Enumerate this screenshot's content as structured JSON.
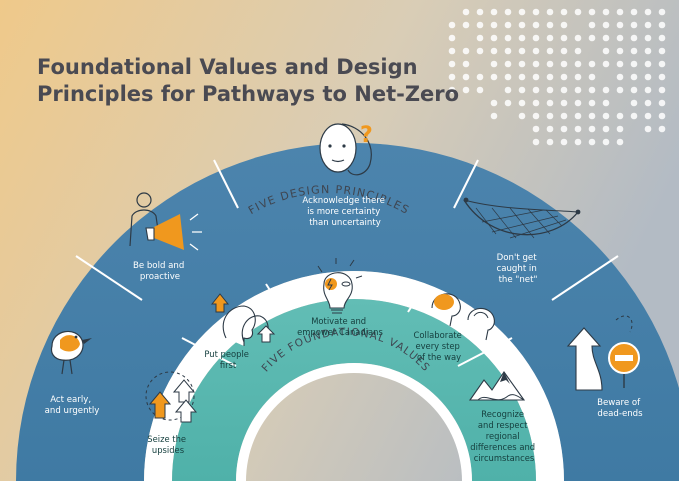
{
  "title": {
    "line1": "Foundational Values and Design",
    "line2": "Principles for Pathways to Net-Zero"
  },
  "ring_labels": {
    "design": "FIVE DESIGN PRINCIPLES",
    "values": "FIVE FOUNDATIONAL VALUES"
  },
  "design_principles": [
    {
      "lines": [
        "Act early,",
        "and urgently"
      ],
      "icon": "bird-icon"
    },
    {
      "lines": [
        "Be bold and",
        "proactive"
      ],
      "icon": "megaphone-person-icon"
    },
    {
      "lines": [
        "Acknowledge there",
        "is more certainty",
        "than uncertainty"
      ],
      "icon": "thinking-face-question-icon"
    },
    {
      "lines": [
        "Don't get",
        "caught in",
        "the \"net\""
      ],
      "icon": "net-hammock-icon"
    },
    {
      "lines": [
        "Beware of",
        "dead-ends"
      ],
      "icon": "dead-end-sign-icon"
    }
  ],
  "foundational_values": [
    {
      "lines": [
        "Seize the",
        "upsides"
      ],
      "icon": "upward-arrows-icon"
    },
    {
      "lines": [
        "Put people",
        "first"
      ],
      "icon": "people-profiles-icon"
    },
    {
      "lines": [
        "Motivate and",
        "empower Canadians"
      ],
      "icon": "lightbulb-face-icon"
    },
    {
      "lines": [
        "Collaborate",
        "every step",
        "of the way"
      ],
      "icon": "collaborating-heads-icon"
    },
    {
      "lines": [
        "Recognize",
        "and respect",
        "regional",
        "differences and",
        "circumstances"
      ],
      "icon": "mountains-icon"
    }
  ],
  "colors": {
    "background_left": "#efc98a",
    "background_right": "#b5bcc5",
    "outer_ring": "#4d87b0",
    "inner_ring": "#5bbab2",
    "accent_orange": "#f0981e",
    "title": "#4a4a52"
  }
}
